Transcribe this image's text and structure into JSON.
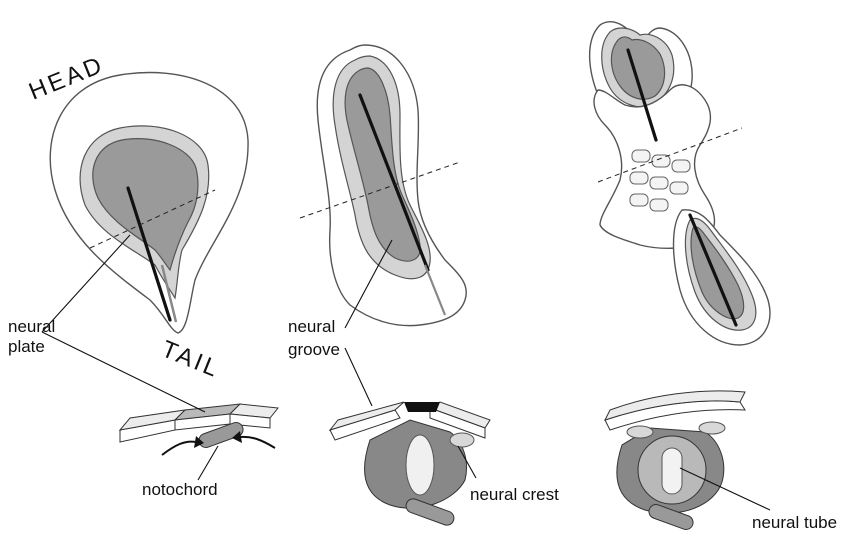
{
  "labels": {
    "head": "HEAD",
    "tail": "TAIL",
    "neural_plate_line1": "neural",
    "neural_plate_line2": "plate",
    "neural_groove_line1": "neural",
    "neural_groove_line2": "groove",
    "notochord": "notochord",
    "neural_crest": "neural crest",
    "neural_tube": "neural tube"
  },
  "colors": {
    "outline": "#555555",
    "light_gray": "#d4d4d4",
    "mid_gray": "#9a9a9a",
    "dark_line": "#111111"
  }
}
